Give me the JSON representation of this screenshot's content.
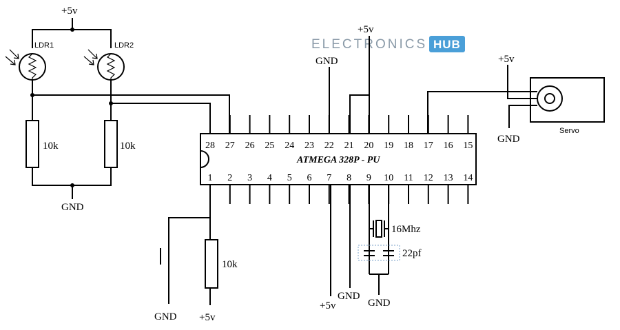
{
  "logo": {
    "text": "ELECTRONICS",
    "badge": "HUB",
    "text_color": "#8a9aa8",
    "badge_color": "#4a9fd8"
  },
  "labels": {
    "vcc_ldr": "+5v",
    "ldr1": "LDR1",
    "ldr2": "LDR2",
    "r1": "10k",
    "r2": "10k",
    "gnd_ldr": "GND",
    "vcc_top": "+5v",
    "gnd_top": "GND",
    "vcc_servo": "+5v",
    "gnd_servo": "GND",
    "servo": "Servo",
    "reset_r": "10k",
    "gnd_reset": "GND",
    "vcc_reset": "+5v",
    "vcc_pin7": "+5v",
    "gnd_pin8": "GND",
    "crystal": "16Mhz",
    "caps": "22pf",
    "gnd_caps": "GND"
  },
  "chip": {
    "name": "ATMEGA 328P - PU",
    "top_pins": [
      "28",
      "27",
      "26",
      "25",
      "24",
      "23",
      "22",
      "21",
      "20",
      "19",
      "18",
      "17",
      "16",
      "15"
    ],
    "bottom_pins": [
      "1",
      "2",
      "3",
      "4",
      "5",
      "6",
      "7",
      "8",
      "9",
      "10",
      "11",
      "12",
      "13",
      "14"
    ]
  }
}
